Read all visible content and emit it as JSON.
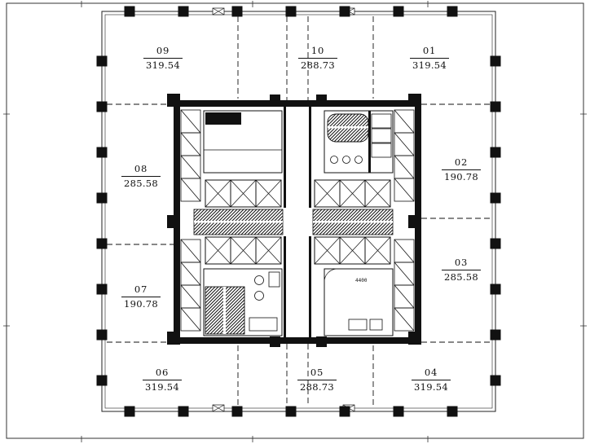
{
  "drawing": {
    "units": [
      {
        "number": "09",
        "area": "319.54"
      },
      {
        "number": "10",
        "area": "288.73"
      },
      {
        "number": "01",
        "area": "319.54"
      },
      {
        "number": "08",
        "area": "285.58"
      },
      {
        "number": "02",
        "area": "190.78"
      },
      {
        "number": "07",
        "area": "190.78"
      },
      {
        "number": "03",
        "area": "285.58"
      },
      {
        "number": "06",
        "area": "319.54"
      },
      {
        "number": "05",
        "area": "288.73"
      },
      {
        "number": "04",
        "area": "319.54"
      }
    ],
    "annotations": [
      {
        "text": "4400"
      }
    ],
    "line_color": "#111111",
    "background_color": "#ffffff"
  }
}
